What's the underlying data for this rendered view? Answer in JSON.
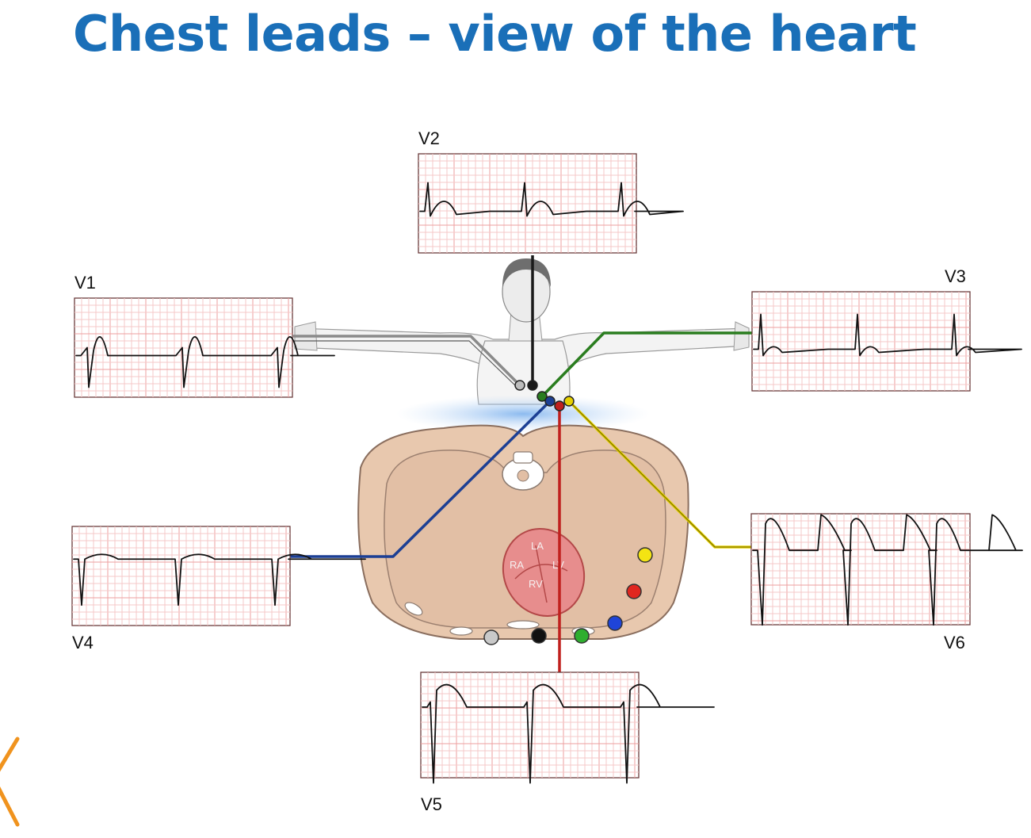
{
  "title": "Chest leads – view of the heart",
  "leads": [
    {
      "id": "V1",
      "label": "V1",
      "color": "#8a8a8a"
    },
    {
      "id": "V2",
      "label": "V2",
      "color": "#1a1a1a"
    },
    {
      "id": "V3",
      "label": "V3",
      "color": "#2a7d1f"
    },
    {
      "id": "V4",
      "label": "V4",
      "color": "#1c3f94"
    },
    {
      "id": "V5",
      "label": "V5",
      "color": "#c0201e"
    },
    {
      "id": "V6",
      "label": "V6",
      "color": "#e6d000"
    }
  ],
  "heart_chambers": [
    "LA",
    "RA",
    "LV",
    "RV"
  ],
  "colors": {
    "title": "#1a6fb8",
    "accent": "#f0931e"
  }
}
